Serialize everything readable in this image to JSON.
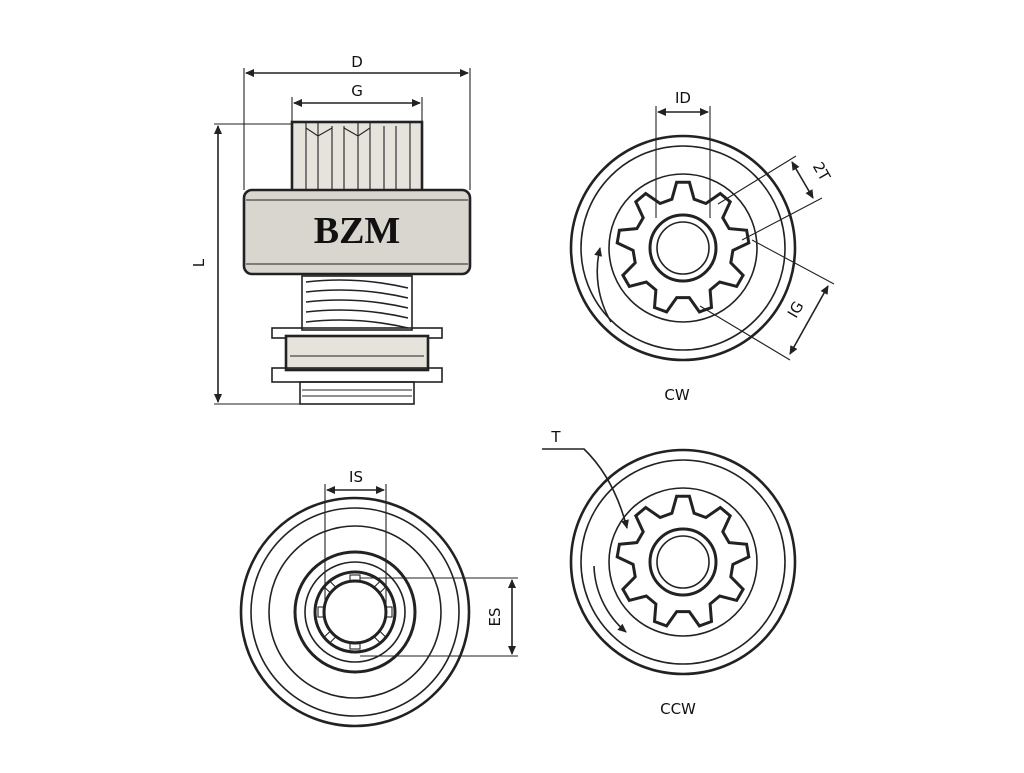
{
  "labels": {
    "D": "D",
    "G": "G",
    "L": "L",
    "ID": "ID",
    "two_t": "2T",
    "IG": "IG",
    "IS": "IS",
    "ES": "ES",
    "T": "T",
    "cw": "CW",
    "ccw": "CCW"
  },
  "brand": "BZM",
  "colors": {
    "body_fill": "#d9d6cf",
    "line": "#222222"
  },
  "gear_teeth": 9
}
